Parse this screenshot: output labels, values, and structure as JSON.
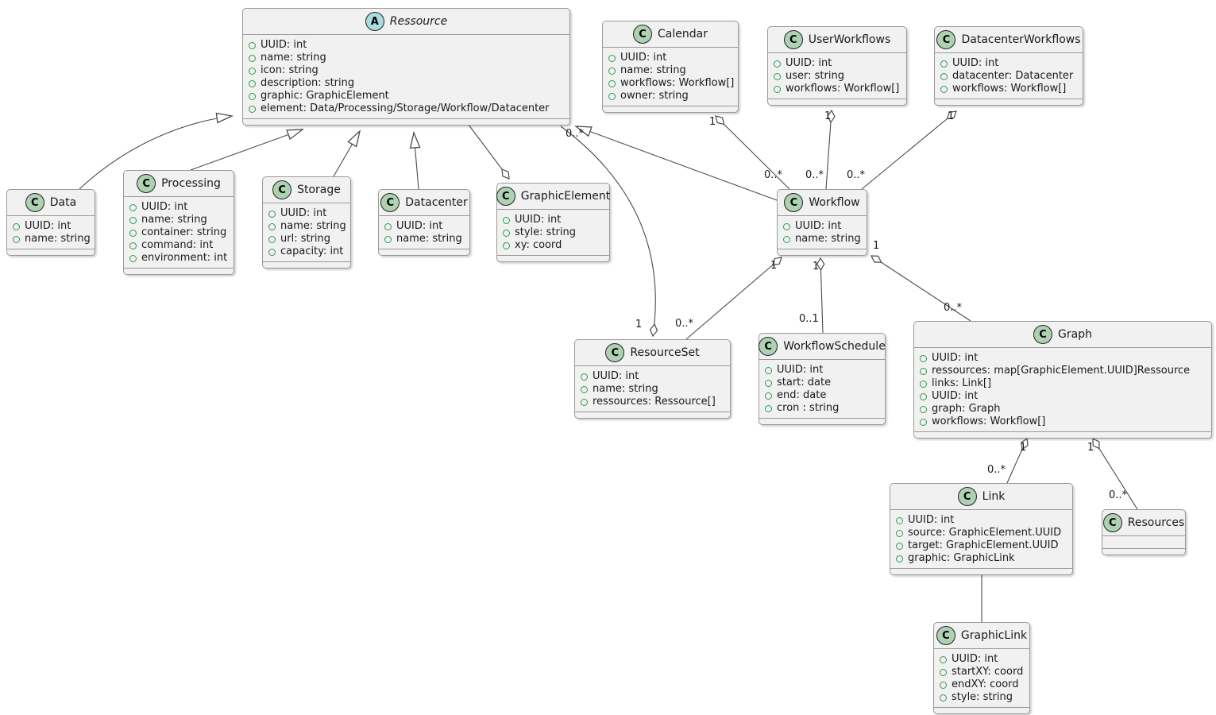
{
  "diagram_type": "uml-class-diagram",
  "colors": {
    "box_fill": "#f1f1f1",
    "box_border": "#9a9a9a",
    "class_icon_fill": "#ADD1B2",
    "abstract_icon_fill": "#A9DCDF",
    "field_icon_stroke": "#2E9B52",
    "edge_stroke": "#4a4a4a",
    "background": "#ffffff"
  },
  "classes": {
    "ressource": {
      "stereotype": "A",
      "name": "Ressource",
      "attributes": [
        "UUID: int",
        "name: string",
        "icon: string",
        "description: string",
        "graphic: GraphicElement",
        "element: Data/Processing/Storage/Workflow/Datacenter"
      ]
    },
    "calendar": {
      "stereotype": "C",
      "name": "Calendar",
      "attributes": [
        "UUID: int",
        "name: string",
        "workflows: Workflow[]",
        "owner: string"
      ]
    },
    "userworkflows": {
      "stereotype": "C",
      "name": "UserWorkflows",
      "attributes": [
        "UUID: int",
        "user: string",
        "workflows: Workflow[]"
      ]
    },
    "datacenterworkflows": {
      "stereotype": "C",
      "name": "DatacenterWorkflows",
      "attributes": [
        "UUID: int",
        "datacenter: Datacenter",
        "workflows: Workflow[]"
      ]
    },
    "data": {
      "stereotype": "C",
      "name": "Data",
      "attributes": [
        "UUID: int",
        "name: string"
      ]
    },
    "processing": {
      "stereotype": "C",
      "name": "Processing",
      "attributes": [
        "UUID: int",
        "name: string",
        "container: string",
        "command: int",
        "environment: int"
      ]
    },
    "storage": {
      "stereotype": "C",
      "name": "Storage",
      "attributes": [
        "UUID: int",
        "name: string",
        "url: string",
        "capacity: int"
      ]
    },
    "datacenter": {
      "stereotype": "C",
      "name": "Datacenter",
      "attributes": [
        "UUID: int",
        "name: string"
      ]
    },
    "graphicelement": {
      "stereotype": "C",
      "name": "GraphicElement",
      "attributes": [
        "UUID: int",
        "style: string",
        "xy: coord"
      ]
    },
    "workflow": {
      "stereotype": "C",
      "name": "Workflow",
      "attributes": [
        "UUID: int",
        "name: string"
      ]
    },
    "resourceset": {
      "stereotype": "C",
      "name": "ResourceSet",
      "attributes": [
        "UUID: int",
        "name: string",
        "ressources: Ressource[]"
      ]
    },
    "workflowschedule": {
      "stereotype": "C",
      "name": "WorkflowSchedule",
      "attributes": [
        "UUID: int",
        "start: date",
        "end: date",
        "cron : string"
      ]
    },
    "graph": {
      "stereotype": "C",
      "name": "Graph",
      "attributes": [
        "UUID: int",
        "ressources: map[GraphicElement.UUID]Ressource",
        "links: Link[]",
        "UUID: int",
        "graph: Graph",
        "workflows: Workflow[]"
      ]
    },
    "link": {
      "stereotype": "C",
      "name": "Link",
      "attributes": [
        "UUID: int",
        "source: GraphicElement.UUID",
        "target: GraphicElement.UUID",
        "graphic: GraphicLink"
      ]
    },
    "resources": {
      "stereotype": "C",
      "name": "Resources",
      "attributes": []
    },
    "graphiclink": {
      "stereotype": "C",
      "name": "GraphicLink",
      "attributes": [
        "UUID: int",
        "startXY: coord",
        "endXY: coord",
        "style: string"
      ]
    }
  },
  "edge_labels": {
    "calendar_end": "1",
    "calendar_workflow_end": "0..*",
    "userworkflows_end": "1",
    "userworkflows_workflow_end": "0..*",
    "datacenterworkflows_end": "1",
    "datacenterworkflows_workflow_end": "0..*",
    "ressource_resourceset_end": "0..*",
    "resourceset_ressource_end": "1",
    "workflow_resourceset_end": "1",
    "resourceset_workflow_end": "0..*",
    "workflow_schedule_end": "1",
    "schedule_workflow_end": "0..1",
    "workflow_graph_end": "1",
    "graph_workflow_end": "0..*",
    "graph_link_end": "1",
    "link_graph_end": "0..*",
    "graph_resources_end": "1",
    "resources_graph_end": "0..*"
  },
  "relations": [
    {
      "type": "generalization",
      "from": "Data",
      "to": "Ressource"
    },
    {
      "type": "generalization",
      "from": "Processing",
      "to": "Ressource"
    },
    {
      "type": "generalization",
      "from": "Storage",
      "to": "Ressource"
    },
    {
      "type": "generalization",
      "from": "Datacenter",
      "to": "Ressource"
    },
    {
      "type": "generalization",
      "from": "Workflow",
      "to": "Ressource"
    },
    {
      "type": "aggregation",
      "diamond_at": "GraphicElement",
      "other": "Ressource"
    },
    {
      "type": "aggregation",
      "diamond_at": "ResourceSet",
      "other": "Ressource",
      "diamond_mult": "1",
      "other_mult": "0..*"
    },
    {
      "type": "aggregation",
      "diamond_at": "Calendar",
      "other": "Workflow",
      "diamond_mult": "1",
      "other_mult": "0..*"
    },
    {
      "type": "aggregation",
      "diamond_at": "UserWorkflows",
      "other": "Workflow",
      "diamond_mult": "1",
      "other_mult": "0..*"
    },
    {
      "type": "aggregation",
      "diamond_at": "DatacenterWorkflows",
      "other": "Workflow",
      "diamond_mult": "1",
      "other_mult": "0..*"
    },
    {
      "type": "aggregation",
      "diamond_at": "Workflow",
      "other": "ResourceSet",
      "diamond_mult": "1",
      "other_mult": "0..*"
    },
    {
      "type": "aggregation",
      "diamond_at": "Workflow",
      "other": "WorkflowSchedule",
      "diamond_mult": "1",
      "other_mult": "0..1"
    },
    {
      "type": "aggregation",
      "diamond_at": "Workflow",
      "other": "Graph",
      "diamond_mult": "1",
      "other_mult": "0..*"
    },
    {
      "type": "aggregation",
      "diamond_at": "Graph",
      "other": "Link",
      "diamond_mult": "1",
      "other_mult": "0..*"
    },
    {
      "type": "aggregation",
      "diamond_at": "Graph",
      "other": "Resources",
      "diamond_mult": "1",
      "other_mult": "0..*"
    },
    {
      "type": "association",
      "from": "Link",
      "to": "GraphicLink"
    }
  ]
}
